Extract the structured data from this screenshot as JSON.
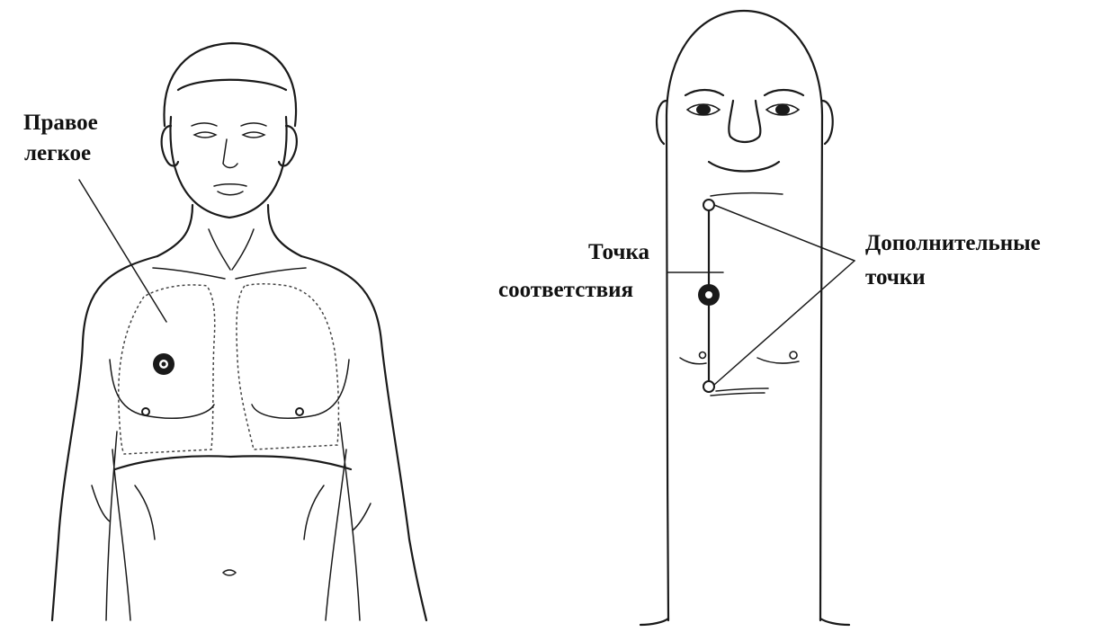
{
  "left_figure": {
    "label_line1": "Правое",
    "label_line2": "легкое"
  },
  "right_figure": {
    "correspondence_line1": "Точка",
    "correspondence_line2": "соответствия",
    "additional_line1": "Дополнительные",
    "additional_line2": "точки"
  }
}
